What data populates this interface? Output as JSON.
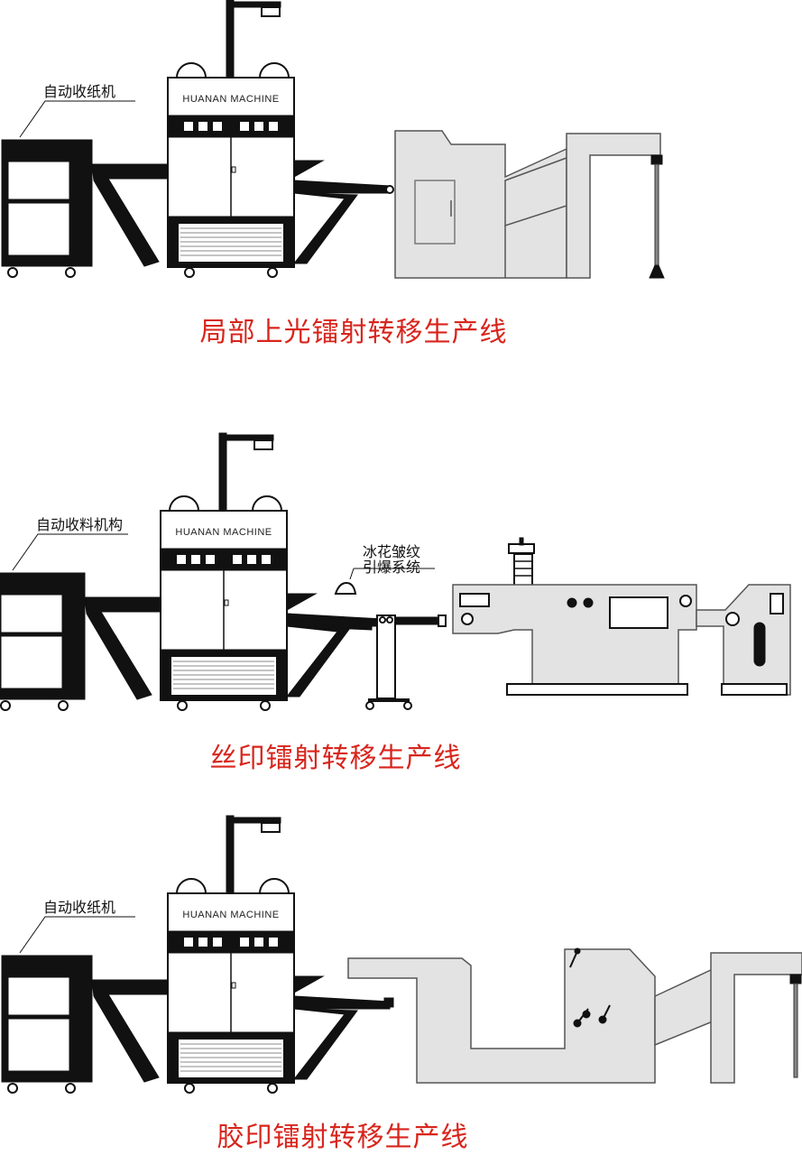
{
  "lines": [
    {
      "caption": "局部上光镭射转移生产线",
      "collector_label": "自动收纸机",
      "brand": "HUANAN MACHINE"
    },
    {
      "caption": "丝印镭射转移生产线",
      "collector_label": "自动收料机构",
      "brand": "HUANAN MACHINE",
      "device_label_line1": "冰花皱纹",
      "device_label_line2": "引爆系统"
    },
    {
      "caption": "胶印镭射转移生产线",
      "collector_label": "自动收纸机",
      "brand": "HUANAN MACHINE"
    }
  ],
  "colors": {
    "caption": "#d8251c",
    "machine": "#111111",
    "press": "#e3e3e3"
  }
}
